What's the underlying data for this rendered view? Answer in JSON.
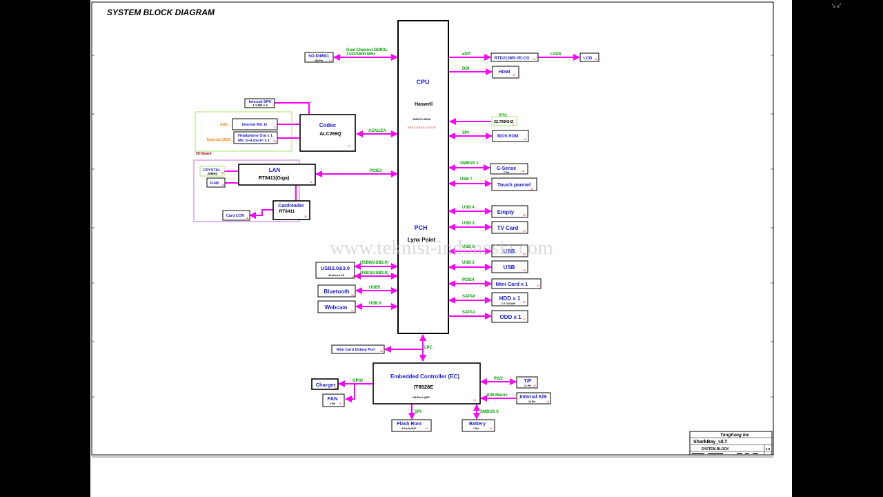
{
  "title": "SYSTEM BLOCK DIAGRAM",
  "watermark": "www.teknisi-indonesia.com",
  "controls": {
    "fullscreen_exit_icon": "fullscreen-exit-icon"
  },
  "cpu": {
    "label": "CPU",
    "name": "Haswell",
    "package": "1168 Pin BGA",
    "pages": "4,5,6,7,8,9,10,11,12,13"
  },
  "pch": {
    "label": "PCH",
    "name": "Lynx Point"
  },
  "sodimm": {
    "name": "SO-DIMM1",
    "sub": "260 Pin",
    "page": "14",
    "bus1": "Dual Channel DDR3L",
    "bus2": "1333/1600 MHz"
  },
  "rtd": {
    "name": "RTD2136R-VE-CG",
    "page": "19",
    "bus_in": "eDP",
    "bus_out": "LVDS"
  },
  "lcd": {
    "name": "LCD",
    "page": "16"
  },
  "hdmi": {
    "name": "HDMI",
    "page": "20",
    "bus": "DDI"
  },
  "rtc": {
    "label": "RTC",
    "name": "32.768KHZ",
    "page": "9"
  },
  "bios": {
    "name": "BIOS ROM",
    "page": "10",
    "bus": "SPI"
  },
  "gsense": {
    "name": "G-Sense",
    "sub": "7 Pin",
    "page": "18",
    "bus": "SMBUS 1"
  },
  "touch": {
    "name": "Touch pannel",
    "page": "18",
    "bus": "USB 7"
  },
  "empty": {
    "name": "Empty",
    "page": "20",
    "bus": "USB 4"
  },
  "tvcard": {
    "name": "TV Card",
    "page": "21",
    "bus": "USB 3"
  },
  "usb_r1": {
    "name": "USB",
    "page": "18",
    "bus": "USB 0"
  },
  "usb_r2": {
    "name": "USB",
    "page": "18",
    "bus": "USB 2"
  },
  "minicard": {
    "name": "Mini Card x 1",
    "page": "20",
    "bus": "PCIE4"
  },
  "hdd": {
    "name": "HDD x 1",
    "sub": "2.5\" SATA/III",
    "page": "22",
    "bus": "SATA0"
  },
  "odd": {
    "name": "ODD x 1",
    "page": "22",
    "bus": "SATA1"
  },
  "codec": {
    "label": "Codec",
    "name": "ALC269Q",
    "page": "17",
    "bus": "AZALIZA"
  },
  "spk": {
    "name": "Internal SPK",
    "sub": "4 1.5W x 2",
    "page": "17"
  },
  "mic": {
    "name": "Internal Mic In",
    "page": "17",
    "side": "AMic"
  },
  "jack": {
    "name1": "Headphone Out x 1",
    "name2": "Mic In+Line-In x 1",
    "page": "16",
    "side": "External JACK"
  },
  "io_board": "I/O Board",
  "lan": {
    "label": "LAN",
    "name": "RT8411(Giga)",
    "page": "15",
    "bus": "PCIE3"
  },
  "crystal": {
    "name": "CRYSTAL",
    "sub": "25MHZ",
    "page": "15"
  },
  "rj45": {
    "name": "RJ45",
    "page": "15"
  },
  "cardreader": {
    "label": "Cardreader",
    "name": "RT8411",
    "page": "16"
  },
  "cardcon": {
    "name": "Card CON",
    "page": "16"
  },
  "usb23": {
    "name": "USB2.0&3.0",
    "sub": "Enhance 2A",
    "page": "18",
    "bus1": "USB0(USB2.0)",
    "bus2": "USB1(USB3.0)"
  },
  "bluetooth": {
    "name": "Bluetooth",
    "page": "18",
    "bus": "USB5"
  },
  "webcam": {
    "name": "Webcam",
    "page": "17",
    "bus": "USB 6"
  },
  "debug": {
    "name": "Mini Card Debug Port",
    "page": "20",
    "bus": "LPC"
  },
  "ec": {
    "label": "Embedded Controller (EC)",
    "name": "IT8528E",
    "sub": "128 Pin LQFP",
    "page": "19"
  },
  "charger": {
    "name": "Charger",
    "page": "24",
    "bus": "GPIO"
  },
  "fan": {
    "name": "FAN",
    "sub": "3 Pin",
    "page": "15"
  },
  "tp": {
    "name": "T/P",
    "sub": "12 Pin",
    "page": "22",
    "bus": "PS/2"
  },
  "kb": {
    "name": "Internal K/B",
    "sub": "24 Pin",
    "page": "14",
    "bus": "K/B Matrix"
  },
  "flash": {
    "name": "Flash Rom",
    "sub": "8 Pin M-SOP",
    "page": "13",
    "bus": "SPI"
  },
  "battery": {
    "name": "Battery",
    "sub": "7 Pin",
    "page": "24",
    "bus": "SMBUS 0"
  },
  "titleblock": {
    "company": "TongFang Inc",
    "project": "SharkBay_ULT",
    "sheet": "SYSTEM BLOCK",
    "rev": "1.0"
  },
  "colors": {
    "box_text": "#1a1ad6",
    "bus_label": "#00a000",
    "arrow": "#ff00ff",
    "page_ref": "#e00000",
    "io_frame": "#a8e070",
    "lan_frame": "#c070e0"
  }
}
